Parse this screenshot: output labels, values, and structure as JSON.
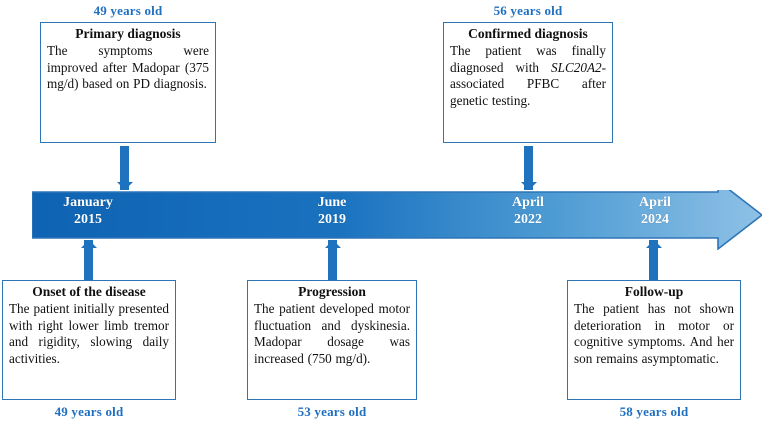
{
  "figure": {
    "type": "clinical-timeline",
    "orientation": "horizontal",
    "colors": {
      "accent_blue": "#1f72bd",
      "box_border": "#2e75b6",
      "age_label_blue": "#1f6fc0",
      "bar_gradient_start": "#1066b6",
      "bar_gradient_end": "#7db6e0",
      "text_dark": "#101010",
      "bar_text": "#ffffff"
    }
  },
  "timeline": {
    "milestones": [
      {
        "month": "January",
        "year": "2015"
      },
      {
        "month": "June",
        "year": "2019"
      },
      {
        "month": "April",
        "year": "2022"
      },
      {
        "month": "April",
        "year": "2024"
      }
    ]
  },
  "events_above": [
    {
      "age": "49 years old",
      "title": "Primary diagnosis",
      "body_pre": "The symptoms were improved after Madopar (375 mg/d) based on PD diagnosis.",
      "body_italic": "",
      "body_post": ""
    },
    {
      "age": "56 years old",
      "title": "Confirmed diagnosis",
      "body_pre": "The patient was finally diagnosed with ",
      "body_italic": "SLC20A2",
      "body_post": "-associated PFBC after genetic testing."
    }
  ],
  "events_below": [
    {
      "age": "49 years old",
      "title": "Onset of the disease",
      "body_pre": "The patient initially presented with right lower limb tremor and rigidity, slowing daily activities.",
      "body_italic": "",
      "body_post": ""
    },
    {
      "age": "53 years old",
      "title": "Progression",
      "body_pre": "The patient developed motor fluctuation and dyskinesia. Madopar dosage was increased (750 mg/d).",
      "body_italic": "",
      "body_post": ""
    },
    {
      "age": "58 years old",
      "title": "Follow-up",
      "body_pre": "The patient has not shown deterioration in motor or cognitive symptoms. And her son remains asymptomatic.",
      "body_italic": "",
      "body_post": ""
    }
  ]
}
